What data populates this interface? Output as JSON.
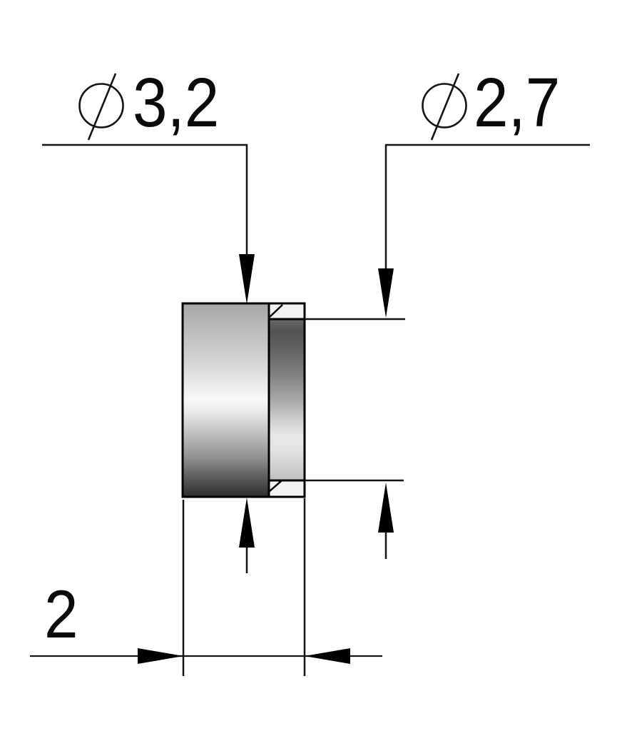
{
  "drawing": {
    "type": "technical-drawing",
    "subject": "stepped cylindrical bushing, side view",
    "dimensions": {
      "outer_diameter": {
        "symbol": "diameter",
        "value": "3,2"
      },
      "bore_diameter": {
        "symbol": "diameter",
        "value": "2,7"
      },
      "width": {
        "value": "2"
      }
    },
    "colors": {
      "background": "#ffffff",
      "line": "#000000",
      "outer_face_top": "#a7a7a7",
      "outer_face_highlight": "#f9f9f9",
      "outer_face_bottom": "#2d2d2d",
      "bore_face_dark": "#535353",
      "bore_face_light": "#e9e9e9",
      "bore_face_bottom": "#bfbfbf",
      "chamfer_fill": "#f2f2f2"
    }
  }
}
